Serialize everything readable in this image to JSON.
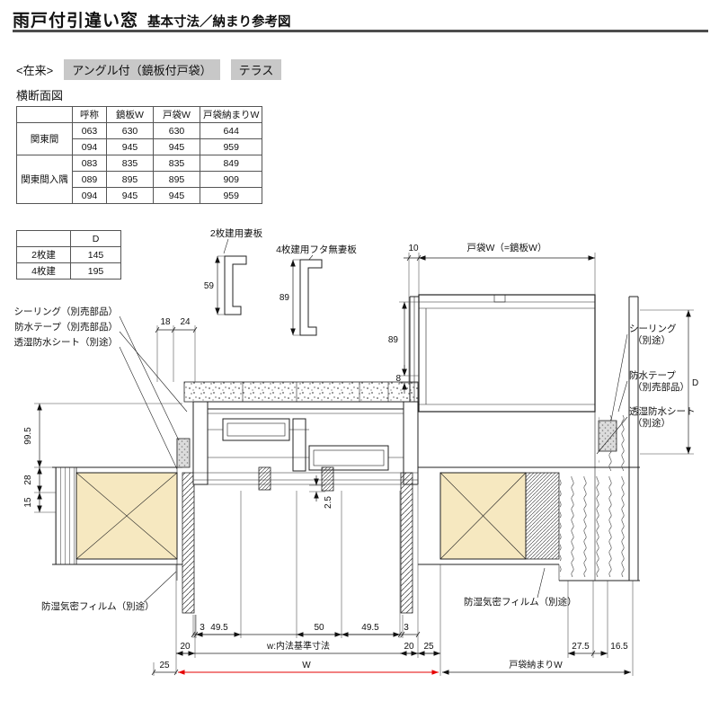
{
  "colors": {
    "accent_red": "#e60000",
    "tag_background": "#c8c8c8",
    "wall_fill": "#f6e8c0",
    "header_rule": "#4d4d4d"
  },
  "header": {
    "title": "雨戸付引違い窓",
    "subtitle": "基本寸法／納まり参考図"
  },
  "tags": {
    "construction": "<在来>",
    "spec": "アングル付（鏡板付戸袋）",
    "series": "テラス"
  },
  "section_title": "横断面図",
  "size_table": {
    "col_headers": [
      "呼称",
      "鏡板W",
      "戸袋W",
      "戸袋納まりW"
    ],
    "groups": [
      {
        "name": "関東間",
        "rows": [
          [
            "063",
            "630",
            "630",
            "644"
          ],
          [
            "094",
            "945",
            "945",
            "959"
          ]
        ]
      },
      {
        "name": "関東間入隅",
        "rows": [
          [
            "083",
            "835",
            "835",
            "849"
          ],
          [
            "089",
            "895",
            "895",
            "909"
          ],
          [
            "094",
            "945",
            "945",
            "959"
          ]
        ]
      }
    ]
  },
  "depth_table": {
    "col_header": "D",
    "rows": [
      [
        "2枚建",
        "145"
      ],
      [
        "4枚建",
        "195"
      ]
    ]
  },
  "drawing": {
    "profile2": {
      "label": "2枚建用妻板",
      "dim": "59"
    },
    "profile4": {
      "label": "4枚建用フタ無妻板",
      "dim": "89"
    },
    "top": {
      "dim10": "10",
      "tobukuro_w": "戸袋W（=鏡板W）"
    },
    "left_callouts": {
      "sealing": "シーリング（別売部品）",
      "tape": "防水テープ（別売部品）",
      "sheet": "透湿防水シート（別途）"
    },
    "right_callouts": {
      "sealing1": "シーリング",
      "sealing2": "（別途）",
      "tape1": "防水テープ",
      "tape2": "（別売部品）",
      "sheet1": "透湿防水シート",
      "sheet2": "（別途）"
    },
    "film_left": "防湿気密フィルム（別途）",
    "film_right": "防湿気密フィルム（別途）",
    "dims": {
      "d18": "18",
      "d24": "24",
      "d99_5": "99.5",
      "d28": "28",
      "d15": "15",
      "d89": "89",
      "d8": "8",
      "d2_5": "2.5",
      "d3l": "3",
      "d49_5l": "49.5",
      "d50": "50",
      "d49_5r": "49.5",
      "d3r": "3",
      "d20l": "20",
      "w_base": "w:内法基準寸法",
      "d20r": "20",
      "d25r": "25",
      "d25l": "25",
      "w": "W",
      "tobukuro_osamari": "戸袋納まりW",
      "d27_5": "27.5",
      "d16_5": "16.5",
      "dD": "D"
    }
  }
}
